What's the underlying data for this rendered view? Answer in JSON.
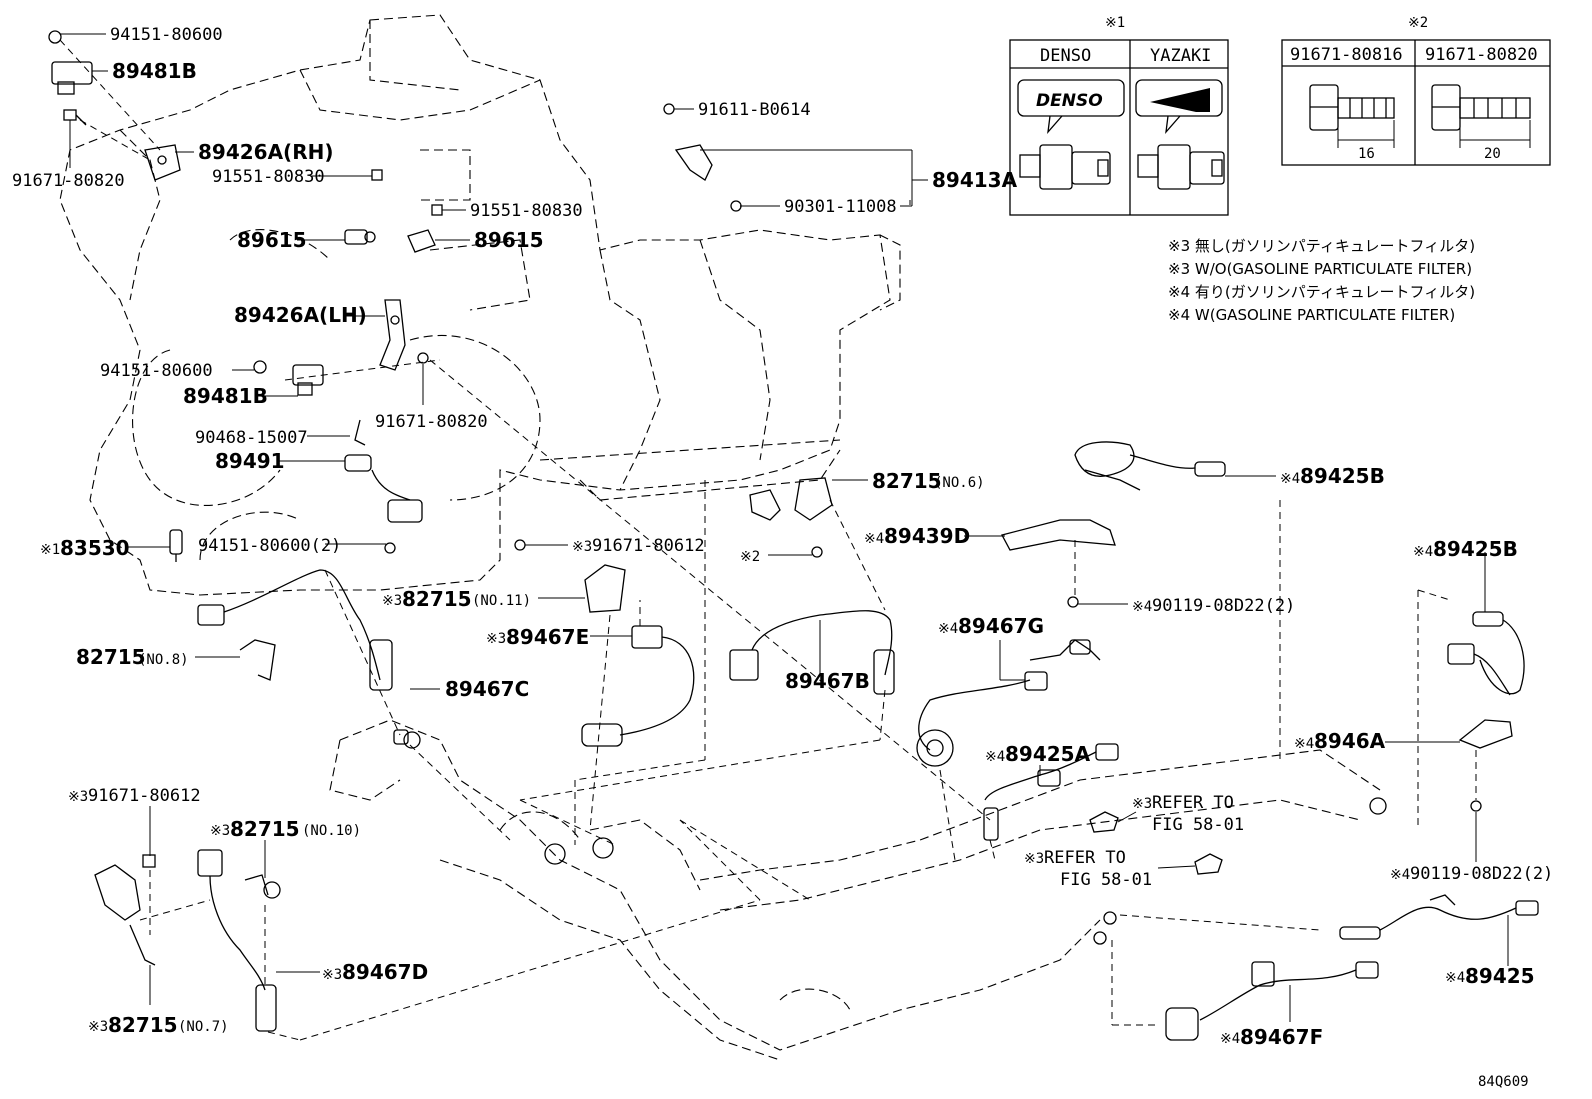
{
  "diagram_id": "84Q609",
  "legend1": {
    "marker": "※1",
    "col1": "DENSO",
    "col2": "YAZAKI",
    "brand_text": "DENSO"
  },
  "legend2": {
    "marker": "※2",
    "col1": "91671-80816",
    "col2": "91671-80820",
    "dim1": "16",
    "dim2": "20"
  },
  "notes": [
    "※3 無し(ガソリンパティキュレートフィルタ)",
    "※3 W/O(GASOLINE PARTICULATE FILTER)",
    "※4 有り(ガソリンパティキュレートフィルタ)",
    "※4 W(GASOLINE PARTICULATE FILTER)"
  ],
  "labels": {
    "p94151_top": "94151-80600",
    "p89481B_top": "89481B",
    "p89426A_RH": "89426A(RH)",
    "p91671_80820_left": "91671-80820",
    "p91551_1": "91551-80830",
    "p91551_2": "91551-80830",
    "p89615_left": "89615",
    "p89615_right": "89615",
    "p89426A_LH": "89426A(LH)",
    "p94151_mid": "94151-80600",
    "p89481B_mid": "89481B",
    "p91671_80820_mid": "91671-80820",
    "p90468": "90468-15007",
    "p89491": "89491",
    "p83530_mark": "※1",
    "p83530": "83530",
    "p94151_2": "94151-80600(2)",
    "p82715_no8": "82715",
    "p82715_no8_sfx": "(NO.8)",
    "p89467C": "89467C",
    "p91611": "91611-B0614",
    "p90301": "90301-11008",
    "p89413A": "89413A",
    "p91671_80612_a_mark": "※3",
    "p91671_80612_a": "91671-80612",
    "p82715_no11_mark": "※3",
    "p82715_no11": "82715",
    "p82715_no11_sfx": "(NO.11)",
    "p89467E_mark": "※3",
    "p89467E": "89467E",
    "p82715_no6": "82715",
    "p82715_no6_sfx": "(NO.6)",
    "p_mark2": "※2",
    "p89467B": "89467B",
    "p89439D_mark": "※4",
    "p89439D": "89439D",
    "p89425B_top_mark": "※4",
    "p89425B_top": "89425B",
    "p90119_a_mark": "※4",
    "p90119_a": "90119-08D22(2)",
    "p89467G_mark": "※4",
    "p89467G": "89467G",
    "p89425A_mark": "※4",
    "p89425A": "89425A",
    "p89425B_right_mark": "※4",
    "p89425B_right": "89425B",
    "p8946A_mark": "※4",
    "p8946A": "8946A",
    "p90119_b_mark": "※4",
    "p90119_b": "90119-08D22(2)",
    "refer1_mark": "※3",
    "refer1_l1": "REFER TO",
    "refer1_l2": "FIG 58-01",
    "refer2_mark": "※3",
    "refer2_l1": "REFER TO",
    "refer2_l2": "FIG 58-01",
    "p91671_80612_b_mark": "※3",
    "p91671_80612_b": "91671-80612",
    "p82715_no10_mark": "※3",
    "p82715_no10": "82715",
    "p82715_no10_sfx": "(NO.10)",
    "p89467D_mark": "※3",
    "p89467D": "89467D",
    "p82715_no7_mark": "※3",
    "p82715_no7": "82715",
    "p82715_no7_sfx": "(NO.7)",
    "p89425_mark": "※4",
    "p89425": "89425",
    "p89467F_mark": "※4",
    "p89467F": "89467F"
  }
}
